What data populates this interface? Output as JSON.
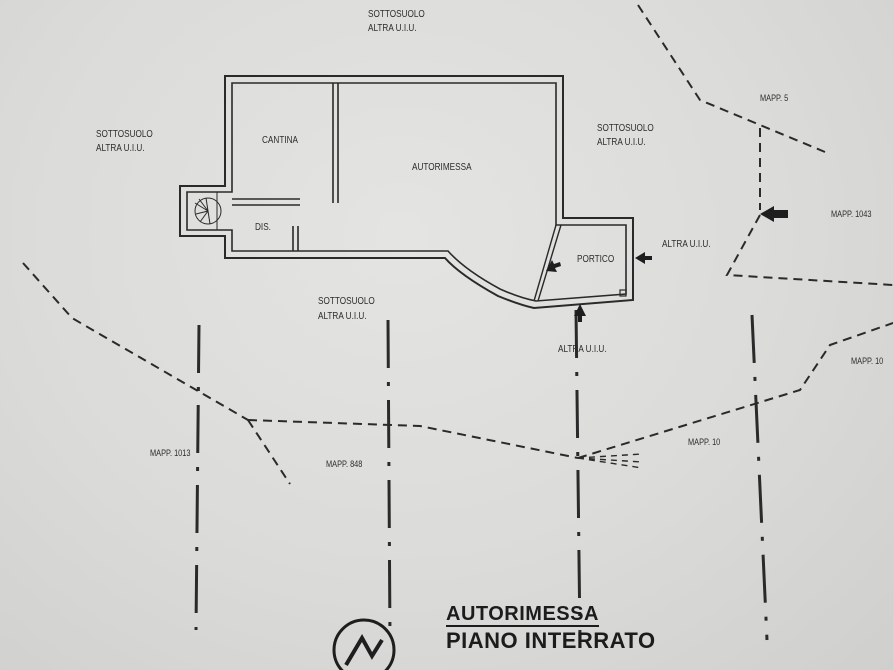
{
  "labels": {
    "top_sottosuolo": "SOTTOSUOLO",
    "top_altra": "ALTRA U.I.U.",
    "left_sottosuolo": "SOTTOSUOLO",
    "left_altra": "ALTRA U.I.U.",
    "right_sottosuolo": "SOTTOSUOLO",
    "right_altra": "ALTRA U.I.U.",
    "center_sottosuolo": "SOTTOSUOLO",
    "center_altra": "ALTRA U.I.U.",
    "portico_right_altra": "ALTRA U.I.U.",
    "portico_below_altra": "ALTRA U.I.U.",
    "cantina": "CANTINA",
    "autorimessa_room": "AUTORIMESSA",
    "dis": "DIS.",
    "portico": "PORTICO",
    "mapp_5": "MAPP. 5",
    "mapp_1043": "MAPP. 1043",
    "mapp_10_right": "MAPP. 10",
    "mapp_1013": "MAPP. 1013",
    "mapp_848": "MAPP. 848",
    "mapp_10": "MAPP. 10"
  },
  "title": {
    "line1": "AUTORIMESSA",
    "line2": "PIANO INTERRATO"
  },
  "colors": {
    "paper": "#dbdbd9",
    "ink": "#2a2a2a"
  },
  "icons": {
    "north": "north-arrow-icon",
    "entrance": "entrance-arrow-icon",
    "stair": "spiral-stair-icon"
  }
}
